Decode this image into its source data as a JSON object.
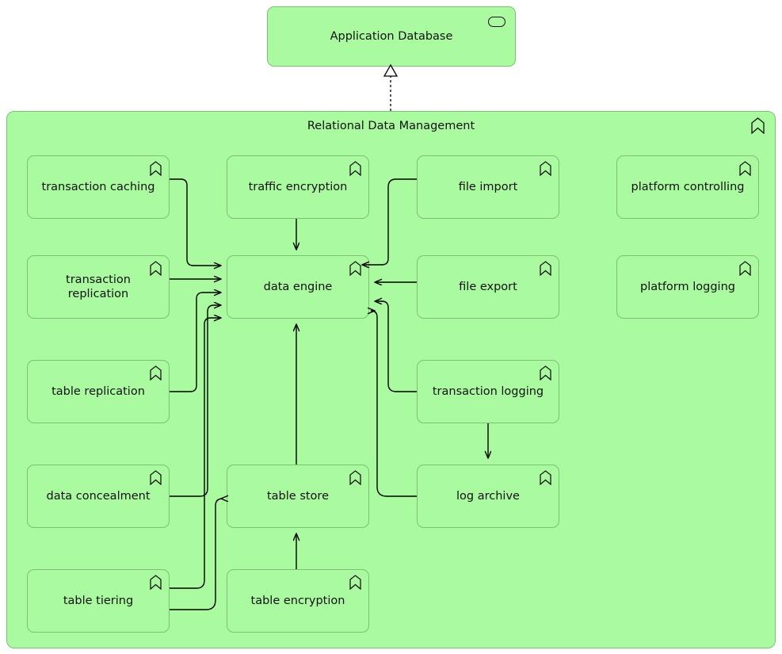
{
  "diagram": {
    "notation": "ArchiMate",
    "colors": {
      "element_fill": "#aafaa0",
      "element_border": "#7fbf77",
      "connector": "#000000",
      "background": "#ffffff",
      "text": "#111111"
    }
  },
  "application": {
    "name": "Application Database",
    "icon": "application-service-icon"
  },
  "group": {
    "title": "Relational Data Management",
    "icon": "function-chevron-icon"
  },
  "nodes": [
    {
      "id": "transaction-caching",
      "label": "transaction caching",
      "icon": "function-chevron-icon"
    },
    {
      "id": "traffic-encryption",
      "label": "traffic encryption",
      "icon": "function-chevron-icon"
    },
    {
      "id": "file-import",
      "label": "file import",
      "icon": "function-chevron-icon"
    },
    {
      "id": "platform-controlling",
      "label": "platform controlling",
      "icon": "function-chevron-icon"
    },
    {
      "id": "transaction-replication",
      "label": "transaction replication",
      "icon": "function-chevron-icon"
    },
    {
      "id": "data-engine",
      "label": "data engine",
      "icon": "function-chevron-icon"
    },
    {
      "id": "file-export",
      "label": "file export",
      "icon": "function-chevron-icon"
    },
    {
      "id": "platform-logging",
      "label": "platform logging",
      "icon": "function-chevron-icon"
    },
    {
      "id": "table-replication",
      "label": "table replication",
      "icon": "function-chevron-icon"
    },
    {
      "id": "transaction-logging",
      "label": "transaction logging",
      "icon": "function-chevron-icon"
    },
    {
      "id": "data-concealment",
      "label": "data concealment",
      "icon": "function-chevron-icon"
    },
    {
      "id": "table-store",
      "label": "table store",
      "icon": "function-chevron-icon"
    },
    {
      "id": "log-archive",
      "label": "log archive",
      "icon": "function-chevron-icon"
    },
    {
      "id": "table-tiering",
      "label": "table tiering",
      "icon": "function-chevron-icon"
    },
    {
      "id": "table-encryption",
      "label": "table encryption",
      "icon": "function-chevron-icon"
    }
  ],
  "relationships": [
    {
      "from": "relational-data-management",
      "to": "application-database",
      "type": "realization"
    },
    {
      "from": "transaction-caching",
      "to": "data-engine",
      "type": "serving"
    },
    {
      "from": "traffic-encryption",
      "to": "data-engine",
      "type": "serving"
    },
    {
      "from": "transaction-replication",
      "to": "data-engine",
      "type": "serving"
    },
    {
      "from": "table-replication",
      "to": "data-engine",
      "type": "serving"
    },
    {
      "from": "data-concealment",
      "to": "data-engine",
      "type": "serving"
    },
    {
      "from": "table-tiering",
      "to": "data-engine",
      "type": "serving"
    },
    {
      "from": "file-import",
      "to": "data-engine",
      "type": "serving"
    },
    {
      "from": "file-export",
      "to": "data-engine",
      "type": "serving"
    },
    {
      "from": "transaction-logging",
      "to": "data-engine",
      "type": "serving"
    },
    {
      "from": "log-archive",
      "to": "data-engine",
      "type": "serving"
    },
    {
      "from": "table-store",
      "to": "data-engine",
      "type": "serving"
    },
    {
      "from": "data-concealment",
      "to": "table-store",
      "type": "serving"
    },
    {
      "from": "table-tiering",
      "to": "table-store",
      "type": "serving"
    },
    {
      "from": "table-encryption",
      "to": "table-store",
      "type": "serving"
    },
    {
      "from": "transaction-logging",
      "to": "log-archive",
      "type": "serving"
    }
  ]
}
